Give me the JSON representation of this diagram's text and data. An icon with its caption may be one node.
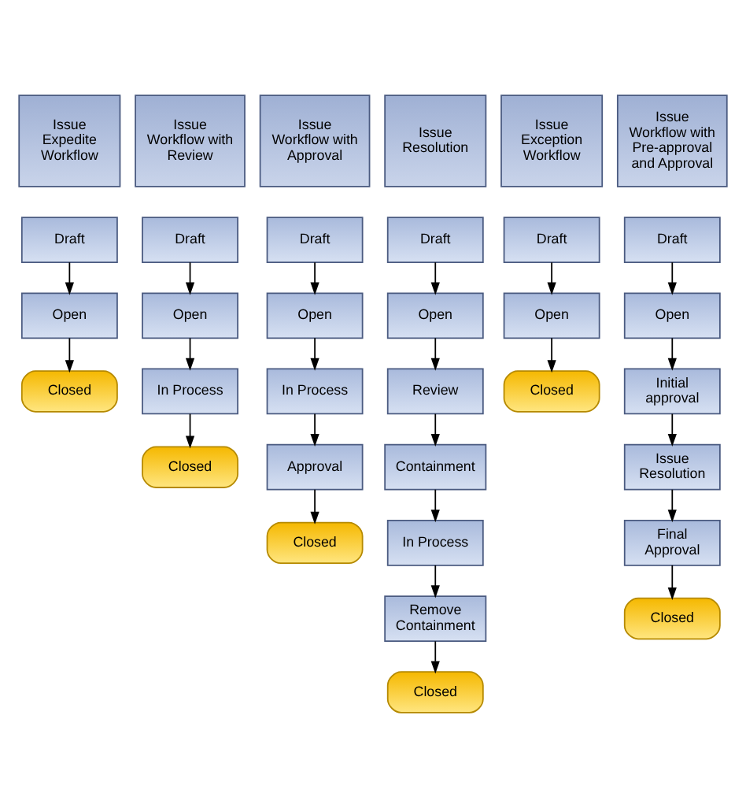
{
  "diagram": {
    "nodes": [
      {
        "text": [
          "Issue Expedite Workflow"
        ]
      },
      {
        "text": [
          "Issue Workflow with Review"
        ]
      },
      {
        "text": [
          "Issue Workflow with Approval"
        ]
      },
      {
        "text": [
          "Issue Resolution"
        ]
      },
      {
        "text": [
          "Issue Exception Workflow"
        ]
      },
      {
        "text": [
          "Issue Workflow with Pre-approval and Approval"
        ]
      },
      {
        "text": [
          "Draft"
        ]
      },
      {
        "text": [
          "Open"
        ]
      },
      {
        "text": [
          "Closed"
        ]
      },
      {
        "text": [
          "Draft"
        ]
      },
      {
        "text": [
          "Open"
        ]
      },
      {
        "text": [
          "In Process"
        ]
      },
      {
        "text": [
          "Closed"
        ]
      },
      {
        "text": [
          "Draft"
        ]
      },
      {
        "text": [
          "Open"
        ]
      },
      {
        "text": [
          "In Process"
        ]
      },
      {
        "text": [
          "Approval"
        ]
      },
      {
        "text": [
          "Closed"
        ]
      },
      {
        "text": [
          "Draft"
        ]
      },
      {
        "text": [
          "Open"
        ]
      },
      {
        "text": [
          "Review"
        ]
      },
      {
        "text": [
          "Containment"
        ]
      },
      {
        "text": [
          "In Process"
        ]
      },
      {
        "text": [
          "Remove Containment"
        ]
      },
      {
        "text": [
          "Closed"
        ]
      },
      {
        "text": [
          "Draft"
        ]
      },
      {
        "text": [
          "Open"
        ]
      },
      {
        "text": [
          "Closed"
        ]
      },
      {
        "text": [
          "Draft"
        ]
      },
      {
        "text": [
          "Open"
        ]
      },
      {
        "text": [
          "Initial approval"
        ]
      },
      {
        "text": [
          "Issue Resolution"
        ]
      },
      {
        "text": [
          "Final Approval"
        ]
      },
      {
        "text": [
          "Closed"
        ]
      }
    ],
    "edges": [
      {
        "from": 6,
        "to": 7,
        "arrow": "to"
      },
      {
        "from": 7,
        "to": 8,
        "arrow": "to"
      },
      {
        "from": 9,
        "to": 10,
        "arrow": "to"
      },
      {
        "from": 10,
        "to": 11,
        "arrow": "to"
      },
      {
        "from": 11,
        "to": 12,
        "arrow": "to"
      },
      {
        "from": 13,
        "to": 14,
        "arrow": "to"
      },
      {
        "from": 14,
        "to": 15,
        "arrow": "to"
      },
      {
        "from": 15,
        "to": 16,
        "arrow": "to"
      },
      {
        "from": 16,
        "to": 17,
        "arrow": "to"
      },
      {
        "from": 18,
        "to": 19,
        "arrow": "to"
      },
      {
        "from": 19,
        "to": 20,
        "arrow": "to"
      },
      {
        "from": 20,
        "to": 21,
        "arrow": "to"
      },
      {
        "from": 21,
        "to": 22,
        "arrow": "to"
      },
      {
        "from": 22,
        "to": 23,
        "arrow": "to"
      },
      {
        "from": 23,
        "to": 24,
        "arrow": "to"
      },
      {
        "from": 25,
        "to": 26,
        "arrow": "to"
      },
      {
        "from": 26,
        "to": 27,
        "arrow": "to"
      },
      {
        "from": 28,
        "to": 29,
        "arrow": "to"
      },
      {
        "from": 29,
        "to": 30,
        "arrow": "to"
      },
      {
        "from": 30,
        "to": 31,
        "arrow": "to"
      },
      {
        "from": 31,
        "to": 32,
        "arrow": "to"
      },
      {
        "from": 32,
        "to": 33,
        "arrow": "to"
      }
    ]
  }
}
